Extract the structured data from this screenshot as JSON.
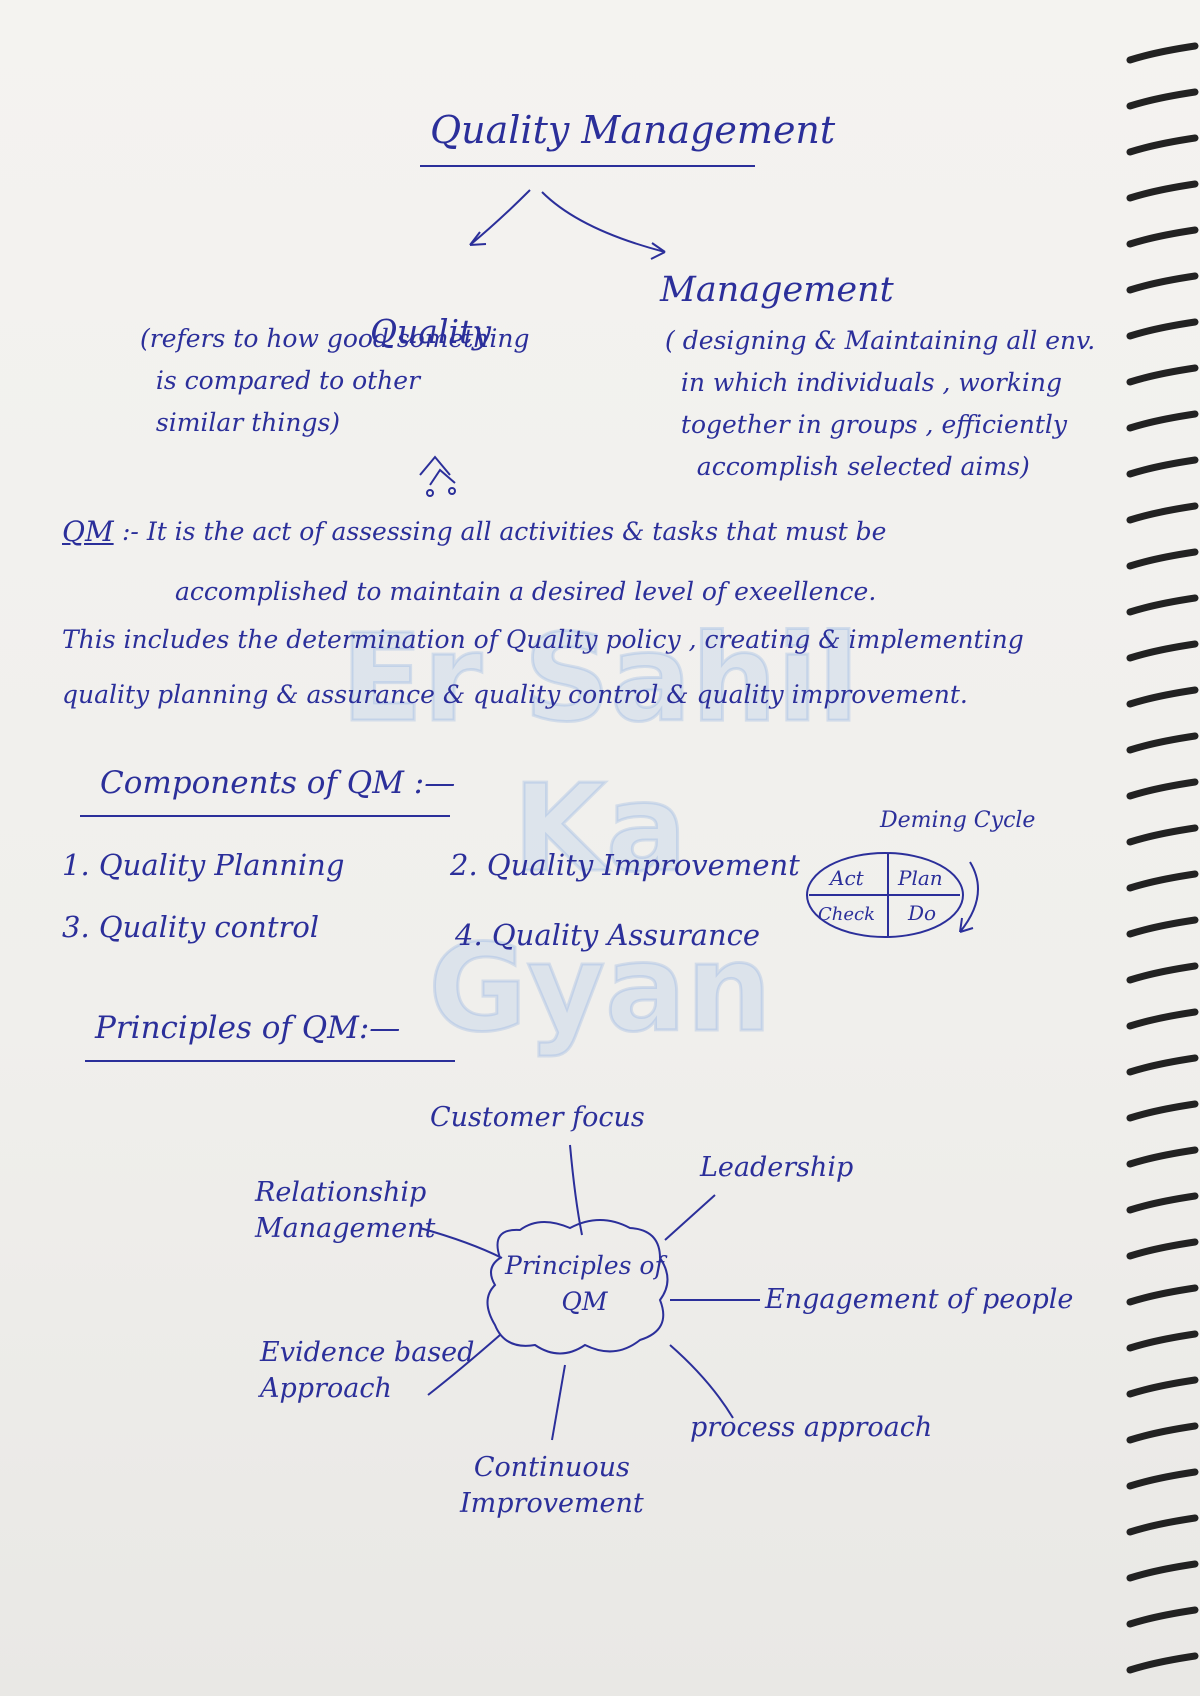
{
  "title": "Quality Management",
  "branches": {
    "quality": {
      "heading": "Quality",
      "definition": "(refers to how good something\n  is compared to other\n  similar things)"
    },
    "management": {
      "heading": "Management",
      "definition": "( designing & Maintaining all env.\n  in which individuals , working\n  together in groups , efficiently\n    accomplish selected aims)"
    }
  },
  "qm_definition": {
    "label": "QM",
    "line1": ":- It is the act of assessing all activities & tasks that must be",
    "line2": "accomplished to maintain a desired level of exeellence.",
    "line3": "This includes the determination of Quality policy , creating & implementing",
    "line4": "quality planning & assurance & quality control & quality improvement."
  },
  "components": {
    "heading": "Components of QM :—",
    "items": [
      "1. Quality Planning",
      "2. Quality Improvement",
      "3. Quality control",
      "4. Quality Assurance"
    ]
  },
  "deming_cycle": {
    "title": "Deming Cycle",
    "cells": [
      "Act",
      "Plan",
      "Check",
      "Do"
    ]
  },
  "principles": {
    "heading": "Principles of QM:—",
    "center": "Principles of\nQM",
    "items": [
      "Customer focus",
      "Leadership",
      "Engagement of people",
      "process approach",
      "Continuous\nImprovement",
      "Evidence based\nApproach",
      "Relationship\nManagement"
    ]
  },
  "watermark": [
    "Er Sahil",
    "Ka",
    "Gyan"
  ]
}
